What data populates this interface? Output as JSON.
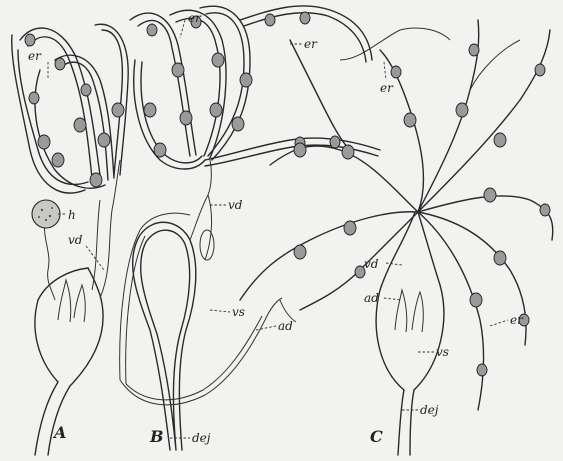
{
  "figure": {
    "labels": {
      "er_1": "er",
      "er_2": "er",
      "er_3": "er",
      "er_4": "er",
      "er_5": "er",
      "h": "h",
      "vd_a": "vd",
      "vd_b": "vd",
      "vd_c": "vd",
      "vs_b": "vs",
      "vs_c": "vs",
      "ad_b": "ad",
      "ad_c": "ad",
      "dej_b": "dej",
      "dej_c": "dej"
    },
    "panels": {
      "a": "A",
      "b": "B",
      "c": "C"
    }
  }
}
